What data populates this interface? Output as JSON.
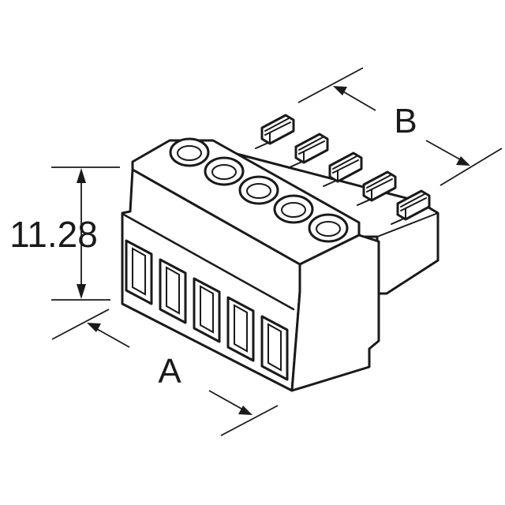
{
  "dimensions": {
    "height_value": "11.28",
    "width_label": "A",
    "depth_label": "B"
  },
  "connector": {
    "positions": 5
  },
  "colors": {
    "ink": "#1a1a1a",
    "background": "#ffffff"
  }
}
